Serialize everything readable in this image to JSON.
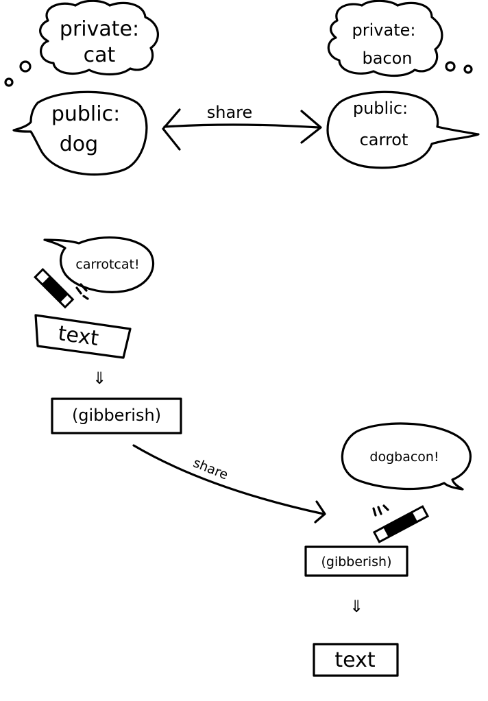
{
  "top": {
    "alice_private_label": "private:",
    "alice_private_value": "cat",
    "alice_public_label": "public:",
    "alice_public_value": "dog",
    "bob_private_label": "private:",
    "bob_private_value": "bacon",
    "bob_public_label": "public:",
    "bob_public_value": "carrot",
    "share_label": "share"
  },
  "encrypt": {
    "speech": "carrotcat!",
    "plaintext": "text",
    "ciphertext": "(gibberish)",
    "share_label": "share"
  },
  "decrypt": {
    "speech": "dogbacon!",
    "ciphertext": "(gibberish)",
    "plaintext": "text"
  },
  "arrow_glyph": "⇓"
}
